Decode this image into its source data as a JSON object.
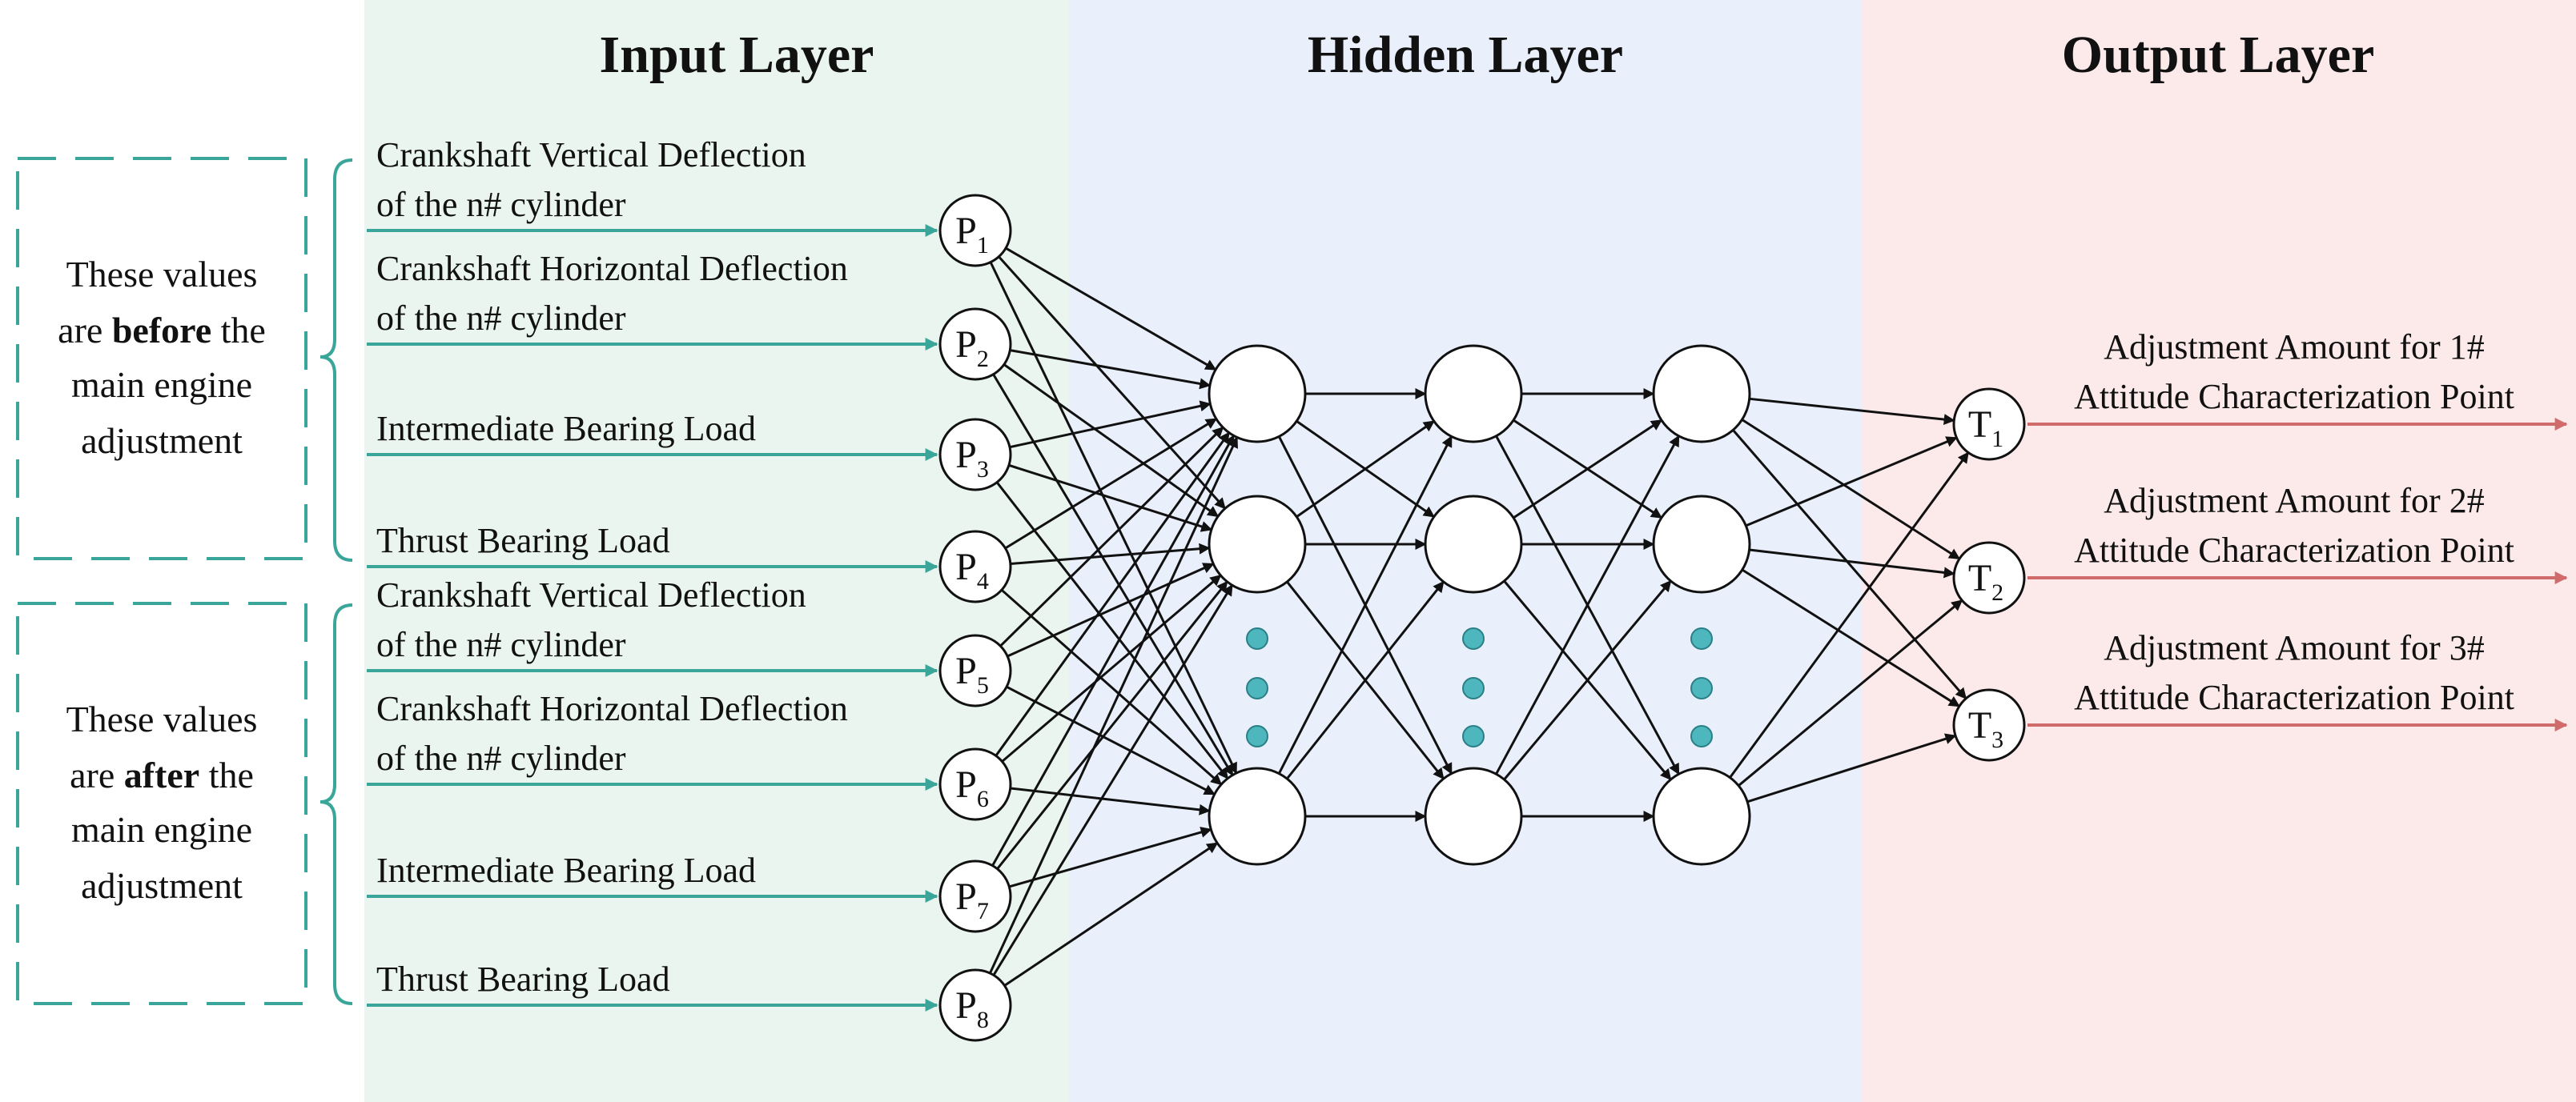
{
  "colors": {
    "input_panel": "#eaf5ef",
    "hidden_panel": "#eaf0fb",
    "output_panel": "#fce9e9",
    "teal": "#3aa699",
    "red": "#cf6b6b",
    "dot": "#4eb6bd"
  },
  "layers": {
    "input_title": "Input Layer",
    "hidden_title": "Hidden Layer",
    "output_title": "Output Layer"
  },
  "notes": {
    "before": {
      "line1": "These values",
      "line2_pre": "are ",
      "line2_bold": "before",
      "line2_post": " the",
      "line3": "main engine",
      "line4": "adjustment"
    },
    "after": {
      "line1": "These values",
      "line2_pre": "are ",
      "line2_bold": "after",
      "line2_post": " the",
      "line3": "main engine",
      "line4": "adjustment"
    }
  },
  "inputs": [
    {
      "id": "P1",
      "letter": "P",
      "sub": "1",
      "label": [
        "Crankshaft Vertical Deflection",
        "of the n# cylinder"
      ]
    },
    {
      "id": "P2",
      "letter": "P",
      "sub": "2",
      "label": [
        "Crankshaft Horizontal Deflection",
        "of the n# cylinder"
      ]
    },
    {
      "id": "P3",
      "letter": "P",
      "sub": "3",
      "label": [
        "Intermediate Bearing Load"
      ]
    },
    {
      "id": "P4",
      "letter": "P",
      "sub": "4",
      "label": [
        "Thrust Bearing Load"
      ]
    },
    {
      "id": "P5",
      "letter": "P",
      "sub": "5",
      "label": [
        "Crankshaft Vertical Deflection",
        "of the n# cylinder"
      ]
    },
    {
      "id": "P6",
      "letter": "P",
      "sub": "6",
      "label": [
        "Crankshaft Horizontal Deflection",
        "of the n# cylinder"
      ]
    },
    {
      "id": "P7",
      "letter": "P",
      "sub": "7",
      "label": [
        "Intermediate Bearing Load"
      ]
    },
    {
      "id": "P8",
      "letter": "P",
      "sub": "8",
      "label": [
        "Thrust Bearing Load"
      ]
    }
  ],
  "outputs": [
    {
      "id": "T1",
      "letter": "T",
      "sub": "1",
      "label": [
        "Adjustment Amount for 1#",
        "Attitude Characterization Point"
      ]
    },
    {
      "id": "T2",
      "letter": "T",
      "sub": "2",
      "label": [
        "Adjustment Amount for 2#",
        "Attitude Characterization Point"
      ]
    },
    {
      "id": "T3",
      "letter": "T",
      "sub": "3",
      "label": [
        "Adjustment Amount for 3#",
        "Attitude Characterization Point"
      ]
    }
  ],
  "hidden": {
    "layer_count": 3,
    "nodes_per_layer": 3,
    "ellipsis_dots": 3
  }
}
